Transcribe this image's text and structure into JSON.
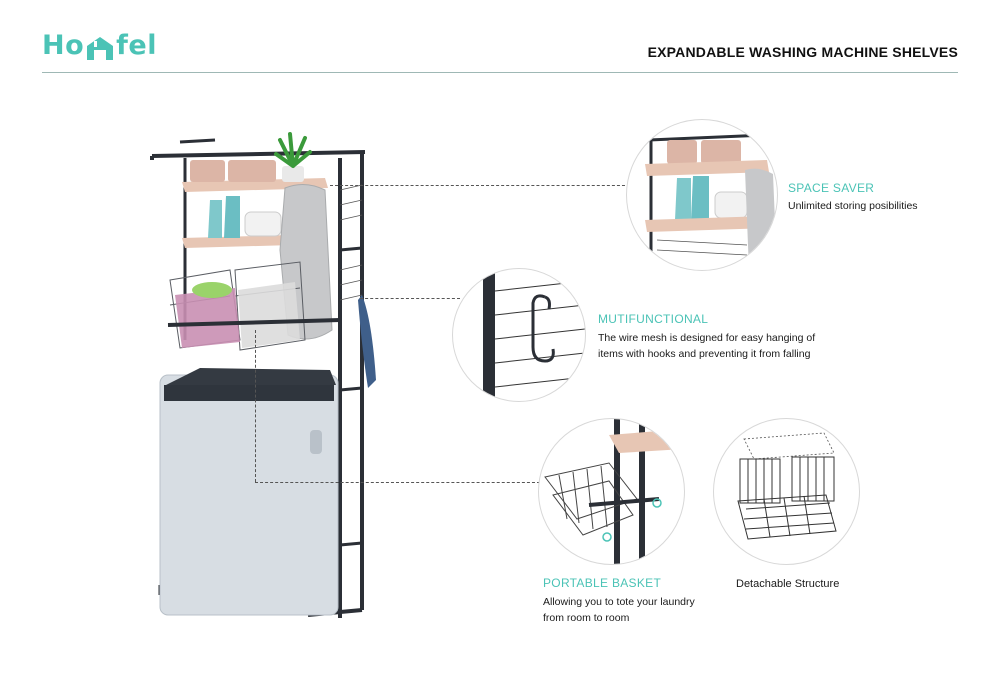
{
  "brand": {
    "logo_text_left": "Ho",
    "logo_text_right": "fel",
    "accent_color": "#4bc3b6"
  },
  "header": {
    "title": "EXPANDABLE WASHING MACHINE SHELVES"
  },
  "features": {
    "space_saver": {
      "title": "SPACE SAVER",
      "description": "Unlimited storing posibilities"
    },
    "multifunctional": {
      "title": "MUTIFUNCTIONAL",
      "description_line1": "The wire mesh is designed for easy hanging of",
      "description_line2": "items with hooks and preventing it from falling"
    },
    "portable_basket": {
      "title": "PORTABLE BASKET",
      "description_line1": "Allowing you to tote your laundry",
      "description_line2": "from room to room"
    },
    "detachable": {
      "title": "Detachable Structure"
    }
  }
}
